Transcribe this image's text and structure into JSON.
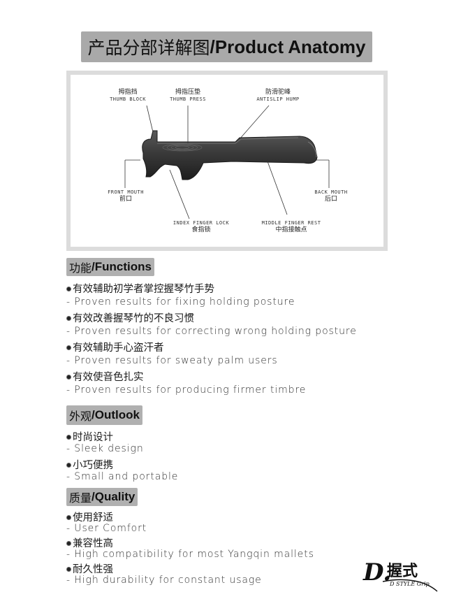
{
  "title": {
    "cn": "产品分部详解图",
    "en": "/Product Anatomy"
  },
  "anatomy": {
    "thumb_block": {
      "cn": "拇指挡",
      "en": "THUMB BLOCK"
    },
    "thumb_press": {
      "cn": "拇指压垫",
      "en": "THUMB PRESS"
    },
    "antislip_hump": {
      "cn": "防滑驼峰",
      "en": "ANTISLIP HUMP"
    },
    "front_mouth": {
      "cn": "前口",
      "en": "FRONT MOUTH"
    },
    "back_mouth": {
      "cn": "后口",
      "en": "BACK MOUTH"
    },
    "index_finger_lock": {
      "cn": "食指锁",
      "en": "INDEX FINGER LOCK"
    },
    "middle_finger_rest": {
      "cn": "中指接触点",
      "en": "MIDDLE FINGER REST"
    }
  },
  "functions": {
    "header": {
      "cn": "功能",
      "en": "/Functions"
    },
    "items": [
      {
        "cn": "有效辅助初学者掌控握琴竹手势",
        "en": "- Proven results for fixing holding posture"
      },
      {
        "cn": "有效改善握琴竹的不良习惯",
        "en": "- Proven results for correcting wrong holding posture"
      },
      {
        "cn": "有效辅助手心盗汗者",
        "en": "- Proven results for sweaty palm users"
      },
      {
        "cn": "有效使音色扎实",
        "en": "- Proven results for producing firmer timbre"
      }
    ]
  },
  "outlook": {
    "header": {
      "cn": "外观",
      "en": "/Outlook"
    },
    "items": [
      {
        "cn": "时尚设计",
        "en": "- Sleek design"
      },
      {
        "cn": "小巧便携",
        "en": "- Small and portable"
      }
    ]
  },
  "quality": {
    "header": {
      "cn": "质量",
      "en": "/Quality"
    },
    "items": [
      {
        "cn": "使用舒适",
        "en": "- User Comfort"
      },
      {
        "cn": "兼容性高",
        "en": "- High compatibility for most Yangqin mallets"
      },
      {
        "cn": "耐久性强",
        "en": "- High durability for constant usage"
      }
    ]
  },
  "logo": {
    "main": "D.握式",
    "sub": "D STYLE Grip"
  },
  "colors": {
    "banner": "#a9a9a9",
    "section": "#b0b0b0",
    "product": "#3a3a3a"
  }
}
